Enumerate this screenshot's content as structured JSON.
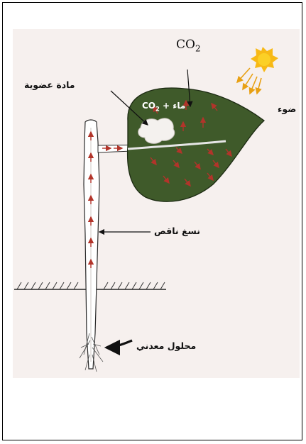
{
  "labels": {
    "co2_top": "CO",
    "co2_top_sub": "2",
    "light": "ضوء",
    "organic_matter": "مادة عضوية",
    "leaf_formula_prefix": "ماء + CO",
    "leaf_formula_sub": "2",
    "xylem": "نسغ ناقص",
    "mineral_solution": "محلول معدني"
  },
  "colors": {
    "leaf": "#3f5a2a",
    "leaf_edge": "#1c2a12",
    "arrow": "#b2342a",
    "sun": "#f7b916",
    "ground": "#222222"
  }
}
